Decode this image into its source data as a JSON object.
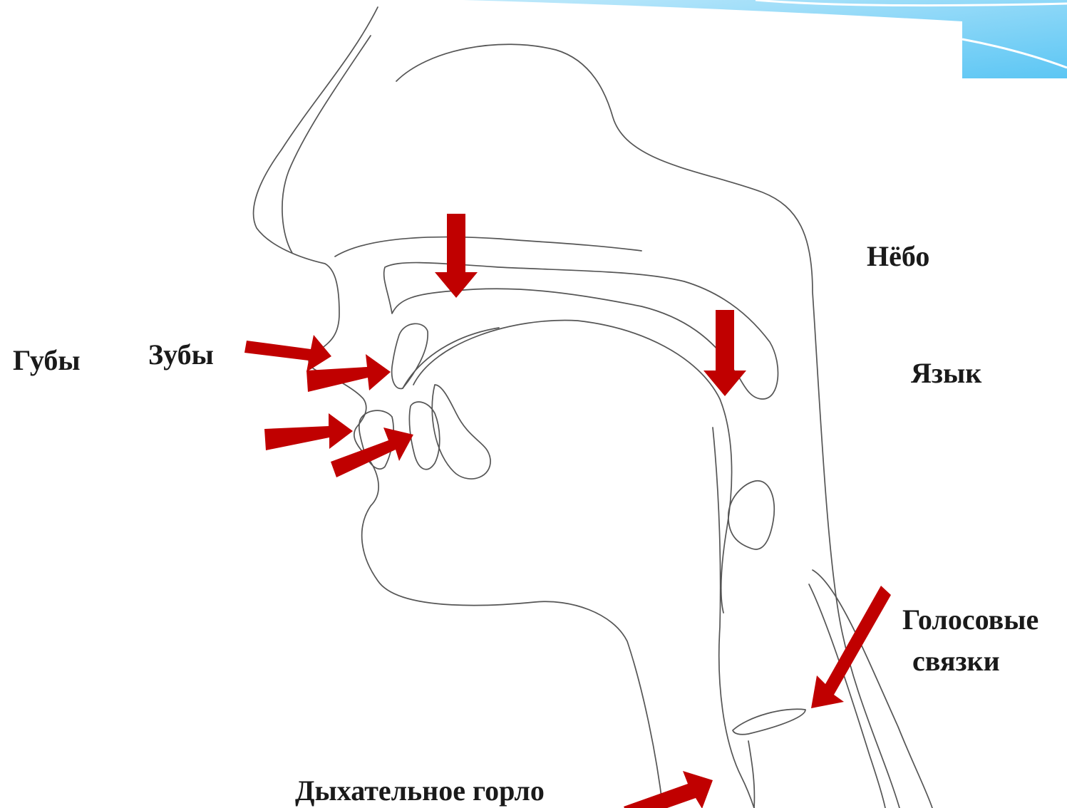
{
  "diagram": {
    "labels": {
      "palate": "Нёбо",
      "lips": "Губы",
      "teeth": "Зубы",
      "tongue": "Язык",
      "vocal_cords_line1": "Голосовые",
      "vocal_cords_line2": "связки",
      "windpipe": "Дыхательное горло"
    }
  },
  "colors": {
    "arrow": "#c00000",
    "outline": "#555555",
    "accent_blue": "#5fc8f5",
    "label_text": "#1a1a1a"
  }
}
